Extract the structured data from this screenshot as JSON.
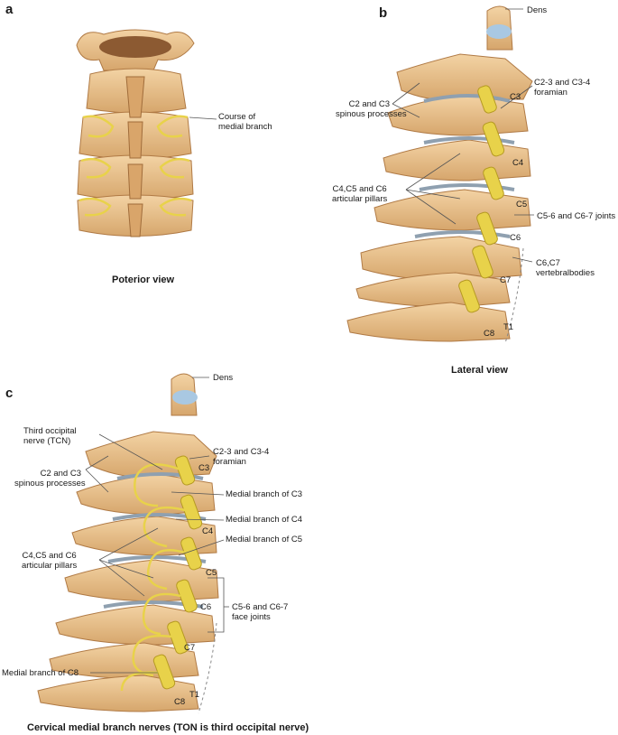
{
  "panels": {
    "a": {
      "letter": "a",
      "caption": "Poterior view",
      "labels": {
        "medial_course_1": "Course of",
        "medial_course_2": "medial branch"
      }
    },
    "b": {
      "letter": "b",
      "caption": "Lateral view",
      "labels": {
        "dens": "Dens",
        "foramen_1": "C2-3 and C3-4",
        "foramen_2": "foramian",
        "spinous_1": "C2 and C3",
        "spinous_2": "spinous processes",
        "pillars_1": "C4,C5 and C6",
        "pillars_2": "articular pillars",
        "joints": "C5-6 and C6-7 joints",
        "bodies_1": "C6,C7",
        "bodies_2": "vertebralbodies",
        "c3": "C3",
        "c4": "C4",
        "c5": "C5",
        "c6": "C6",
        "c7": "C7",
        "c8": "C8",
        "t1": "T1"
      }
    },
    "c": {
      "letter": "c",
      "caption": "Cervical medial branch nerves (TON is third occipital nerve)",
      "labels": {
        "dens": "Dens",
        "ton_1": "Third occipital",
        "ton_2": "nerve (TCN)",
        "foramen_1": "C2-3 and C3-4",
        "foramen_2": "foramian",
        "spinous_1": "C2 and C3",
        "spinous_2": "spinous processes",
        "mb_c3": "Medial branch of C3",
        "mb_c4": "Medial branch of C4",
        "mb_c5": "Medial branch of C5",
        "pillars_1": "C4,C5 and C6",
        "pillars_2": "articular pillars",
        "face_1": "C5-6 and C6-7",
        "face_2": "face joints",
        "mb_c8": "Medial branch of C8",
        "c3": "C3",
        "c4": "C4",
        "c5": "C5",
        "c6": "C6",
        "c7": "C7",
        "c8": "C8",
        "t1": "T1"
      }
    }
  },
  "colors": {
    "bone": "#e9c08e",
    "bone_shade": "#c8935a",
    "nerve": "#e8d24a",
    "disc": "#8fa0b0",
    "cartilage": "#a9c8e2"
  }
}
